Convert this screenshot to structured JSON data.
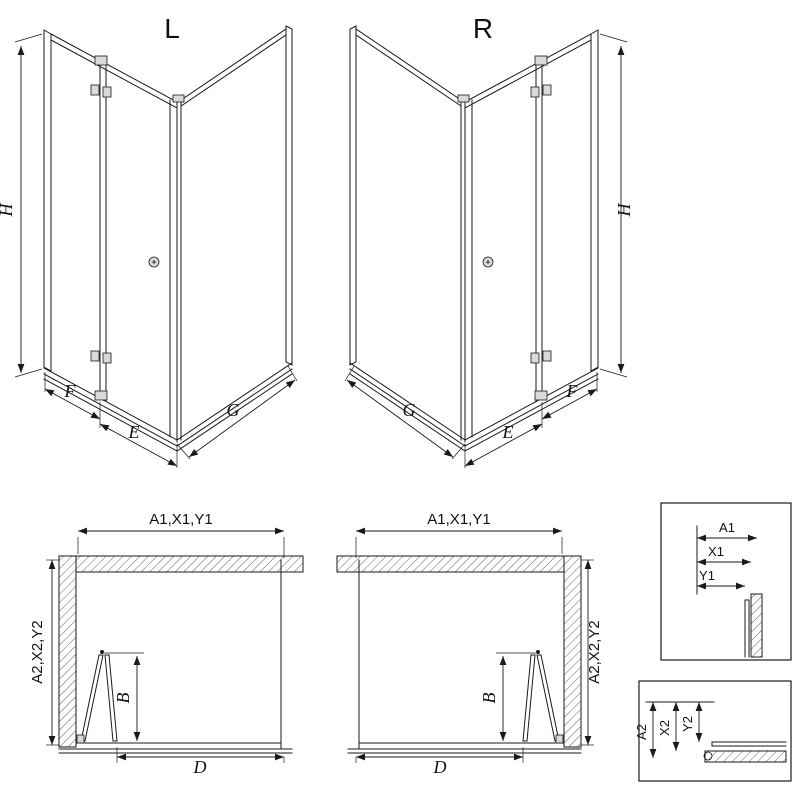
{
  "colors": {
    "line": "#1a1a1a",
    "background": "#ffffff",
    "hardware": "#d9d9d9"
  },
  "views": {
    "perspective_left": {
      "label": "L",
      "dims": {
        "height": "H",
        "door": "F",
        "entry": "E",
        "side": "G"
      }
    },
    "perspective_right": {
      "label": "R",
      "dims": {
        "height": "H",
        "door": "F",
        "entry": "E",
        "side": "G"
      }
    },
    "plan_left": {
      "dims": {
        "top": "A1,X1,Y1",
        "side": "A2,X2,Y2",
        "door_depth": "B",
        "width": "D"
      }
    },
    "plan_right": {
      "dims": {
        "top": "A1,X1,Y1",
        "side": "A2,X2,Y2",
        "door_depth": "B",
        "width": "D"
      }
    },
    "detail_top": {
      "labels": [
        "A1",
        "X1",
        "Y1"
      ]
    },
    "detail_bottom": {
      "labels": [
        "A2",
        "X2",
        "Y2"
      ]
    }
  }
}
